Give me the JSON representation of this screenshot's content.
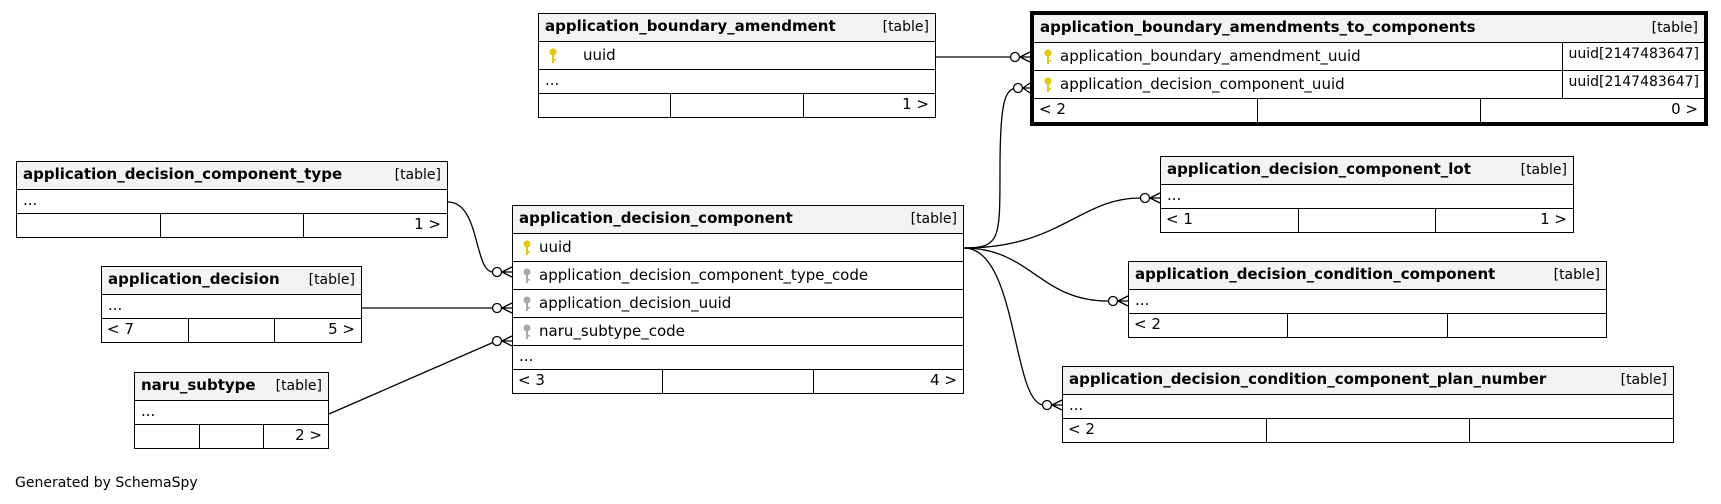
{
  "tables": {
    "aba": {
      "name": "application_boundary_amendment",
      "type": "[table]",
      "columns": [
        {
          "name": "uuid"
        }
      ],
      "ellipsis": "...",
      "footer": {
        "left": "",
        "right": "1 >"
      }
    },
    "abatc": {
      "name": "application_boundary_amendments_to_components",
      "type": "[table]",
      "columns": [
        {
          "name": "application_boundary_amendment_uuid",
          "dtype": "uuid[2147483647]"
        },
        {
          "name": "application_decision_component_uuid",
          "dtype": "uuid[2147483647]"
        }
      ],
      "footer": {
        "left": "< 2",
        "right": "0 >"
      }
    },
    "adct": {
      "name": "application_decision_component_type",
      "type": "[table]",
      "ellipsis": "...",
      "footer": {
        "left": "",
        "right": "1 >"
      }
    },
    "ad": {
      "name": "application_decision",
      "type": "[table]",
      "ellipsis": "...",
      "footer": {
        "left": "< 7",
        "right": "5 >"
      }
    },
    "ns": {
      "name": "naru_subtype",
      "type": "[table]",
      "ellipsis": "...",
      "footer": {
        "left": "",
        "right": "2 >"
      }
    },
    "adc": {
      "name": "application_decision_component",
      "type": "[table]",
      "columns": [
        {
          "name": "uuid"
        },
        {
          "name": "application_decision_component_type_code"
        },
        {
          "name": "application_decision_uuid"
        },
        {
          "name": "naru_subtype_code"
        }
      ],
      "ellipsis": "...",
      "footer": {
        "left": "< 3",
        "right": "4 >"
      }
    },
    "adcl": {
      "name": "application_decision_component_lot",
      "type": "[table]",
      "ellipsis": "...",
      "footer": {
        "left": "< 1",
        "right": "1 >"
      }
    },
    "adcc": {
      "name": "application_decision_condition_component",
      "type": "[table]",
      "ellipsis": "...",
      "footer": {
        "left": "< 2",
        "right": ""
      }
    },
    "adccpn": {
      "name": "application_decision_condition_component_plan_number",
      "type": "[table]",
      "ellipsis": "...",
      "footer": {
        "left": "< 2",
        "right": ""
      }
    }
  },
  "credit": "Generated by SchemaSpy",
  "colors": {
    "primary_key": "#e6c800",
    "foreign_key": "#a8a8a8",
    "header_bg": "#f3f3f3"
  }
}
